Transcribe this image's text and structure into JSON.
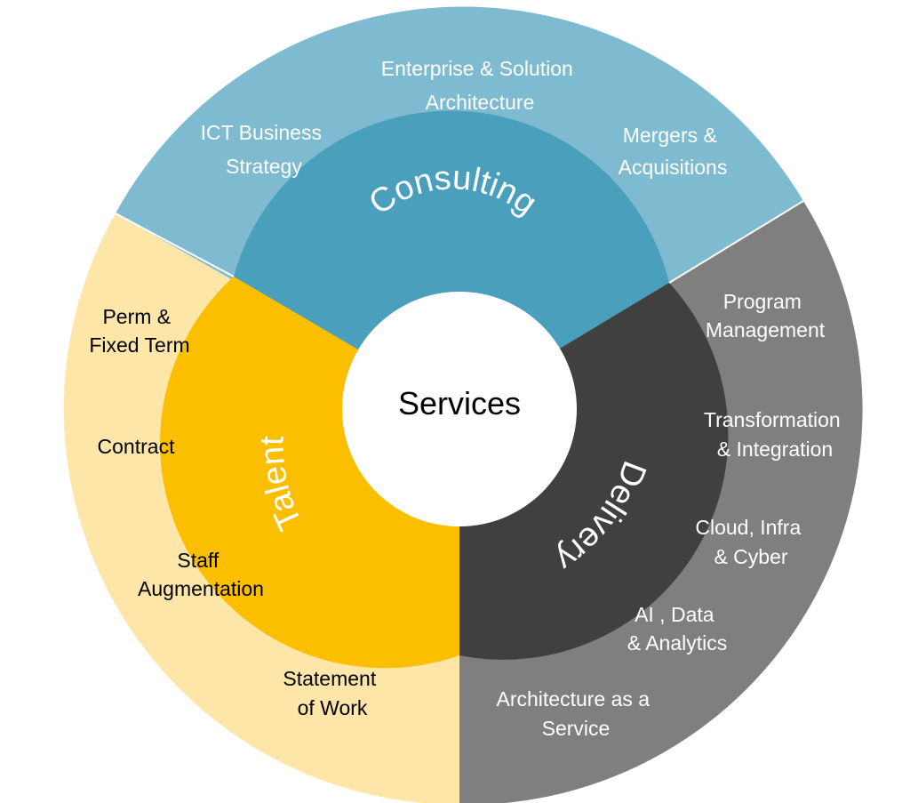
{
  "center_label": "Services",
  "colors": {
    "consulting_outer": "#7ebbd0",
    "consulting_inner": "#4a9fbd",
    "delivery_outer": "#7f7f7f",
    "delivery_inner": "#404040",
    "talent_outer": "#fde6a8",
    "talent_inner": "#fcbf00",
    "center": "#ffffff",
    "separator": "#ffffff"
  },
  "segments": [
    {
      "id": "consulting",
      "label": "Consulting",
      "items": [
        [
          "ICT Business",
          "Strategy"
        ],
        [
          "Enterprise & Solution",
          "Architecture"
        ],
        [
          "Mergers &",
          "Acquisitions"
        ]
      ]
    },
    {
      "id": "delivery",
      "label": "Delivery",
      "items": [
        [
          "Program",
          "Management"
        ],
        [
          "Transformation",
          "& Integration"
        ],
        [
          "Cloud, Infra",
          "& Cyber"
        ],
        [
          "AI , Data",
          "& Analytics"
        ],
        [
          "Architecture as a",
          "Service"
        ]
      ]
    },
    {
      "id": "talent",
      "label": "Talent",
      "items": [
        [
          "Perm &",
          "Fixed Term"
        ],
        [
          "Contract"
        ],
        [
          "Staff",
          "Augmentation"
        ],
        [
          "Statement",
          "of Work"
        ]
      ]
    }
  ]
}
